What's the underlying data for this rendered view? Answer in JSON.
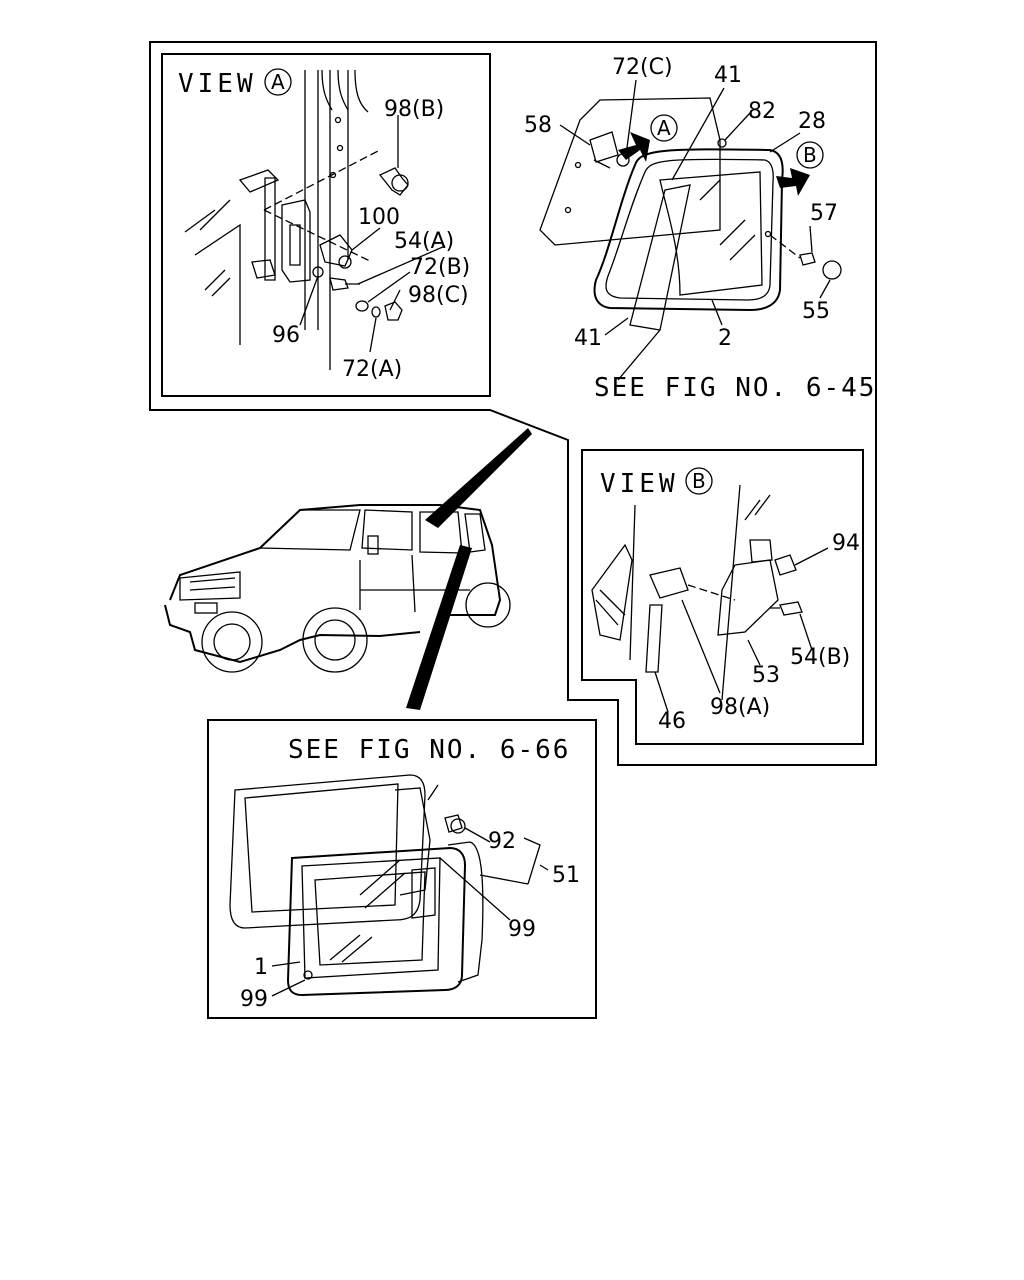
{
  "view_a": {
    "title": "VIEW",
    "circle_letter": "A",
    "labels": {
      "p98b": "98(B)",
      "p100": "100",
      "p54a": "54(A)",
      "p72b": "72(B)",
      "p98c": "98(C)",
      "p96": "96",
      "p72a": "72(A)"
    }
  },
  "top_right": {
    "labels": {
      "p72c": "72(C)",
      "p41top": "41",
      "p58": "58",
      "p82": "82",
      "p28": "28",
      "p57": "57",
      "p55": "55",
      "p41bot": "41",
      "p2": "2"
    },
    "arrow_a": "A",
    "arrow_b": "B",
    "see_fig": "SEE FIG NO. 6-45"
  },
  "view_b": {
    "title": "VIEW",
    "circle_letter": "B",
    "labels": {
      "p94": "94",
      "p54b": "54(B)",
      "p53": "53",
      "p98a": "98(A)",
      "p46": "46"
    }
  },
  "bottom": {
    "see_fig": "SEE FIG NO. 6-66",
    "labels": {
      "p92": "92",
      "p51": "51",
      "p99a": "99",
      "p1": "1",
      "p99b": "99"
    }
  }
}
